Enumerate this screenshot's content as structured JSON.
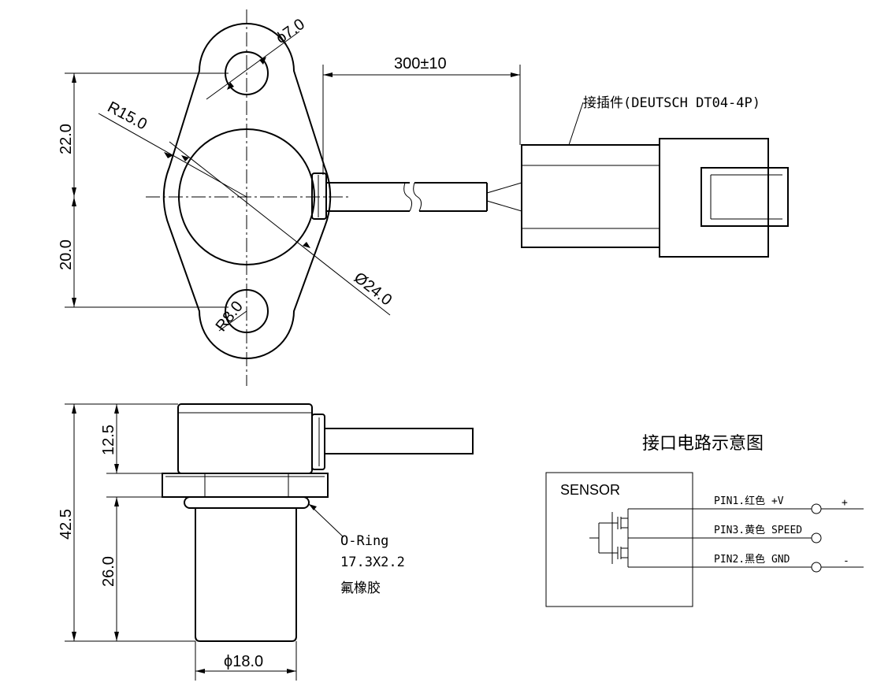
{
  "top_view": {
    "dims": {
      "hole_dia": "ϕ7.0",
      "cable_length": "300±10",
      "upper_offset": "22.0",
      "lower_offset": "20.0",
      "flange_radius": "R15.0",
      "body_dia": "Ø24.0",
      "hole_radius": "R8.0"
    },
    "connector_label": "接插件(DEUTSCH DT04-4P)"
  },
  "side_view": {
    "dims": {
      "total_height": "42.5",
      "head_height": "12.5",
      "shaft_length": "26.0",
      "shaft_dia": "ϕ18.0"
    },
    "oring": {
      "line1": "O-Ring",
      "line2": "17.3X2.2",
      "line3": "氟橡胶"
    }
  },
  "circuit": {
    "title": "接口电路示意图",
    "box_label": "SENSOR",
    "pins": [
      {
        "label": "PIN1.红色  +V",
        "sign": "+"
      },
      {
        "label": "PIN3.黄色  SPEED",
        "sign": ""
      },
      {
        "label": "PIN2.黑色  GND",
        "sign": "-"
      }
    ]
  }
}
